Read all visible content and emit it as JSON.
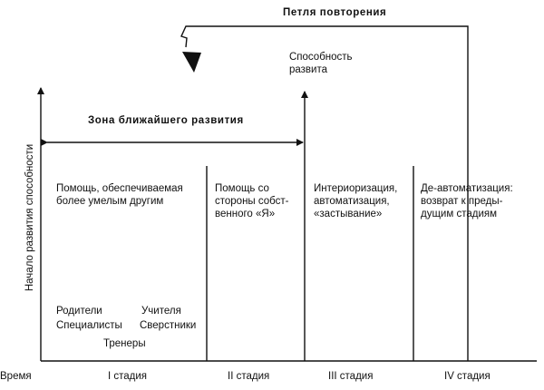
{
  "loop": {
    "title": "Петля повторения"
  },
  "zone": {
    "title": "Зона ближайшего развития"
  },
  "ability": {
    "label": "Способность\nразвита"
  },
  "y_axis": {
    "label": "Начало развития способности"
  },
  "time_label": "Время",
  "stages": [
    {
      "label": "I стадия",
      "text": "Помощь, обеспечиваемая\nболее умелым другим"
    },
    {
      "label": "II стадия",
      "text": "Помощь со\nстороны собст-\nвенного «Я»"
    },
    {
      "label": "III стадия",
      "text": "Интериоризация,\nавтоматизация,\n«застывание»"
    },
    {
      "label": "IV стадия",
      "text": "Де-автоматизация:\nвозврат к преды-\nдущим стадиям"
    }
  ],
  "helpers": {
    "parents": "Родители",
    "teachers": "Учителя",
    "specialists": "Специалисты",
    "peers": "Сверстники",
    "coaches": "Тренеры"
  }
}
